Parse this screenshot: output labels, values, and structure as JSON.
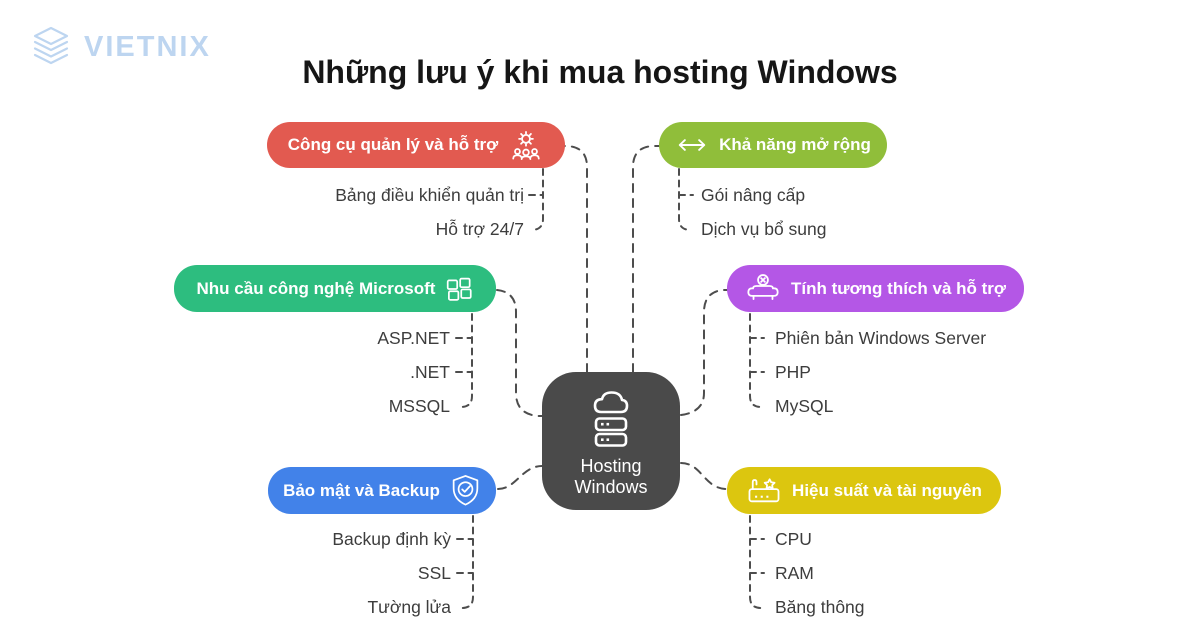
{
  "logo": {
    "text": "VIETNIX",
    "color": "#bdd5f0"
  },
  "title": "Những lưu ý khi mua hosting Windows",
  "center": {
    "icon": "cloud-server-icon",
    "label_line1": "Hosting",
    "label_line2": "Windows",
    "color": "#4a4a4a"
  },
  "connector_color": "#4d4d4d",
  "branches": [
    {
      "id": "management",
      "label": "Công cụ quản lý và hỗ trợ",
      "icon": "gear-team-icon",
      "color": "#e25a50",
      "children": [
        "Bảng điều khiển quản trị",
        "Hỗ trợ 24/7"
      ]
    },
    {
      "id": "scalability",
      "label": "Khả năng mở rộng",
      "icon": "horizontal-arrows-icon",
      "color": "#90be3a",
      "children": [
        "Gói nâng cấp",
        "Dịch vụ bổ sung"
      ]
    },
    {
      "id": "microsoft-tech",
      "label": "Nhu cầu công nghệ Microsoft",
      "icon": "windows-logo-icon",
      "color": "#2dbd7f",
      "children": [
        "ASP.NET",
        ".NET",
        "MSSQL"
      ]
    },
    {
      "id": "compatibility",
      "label": "Tính tương thích và hỗ trợ",
      "icon": "sofa-face-icon",
      "color": "#b457e6",
      "children": [
        "Phiên bản Windows Server",
        "PHP",
        "MySQL"
      ]
    },
    {
      "id": "security",
      "label": "Bảo mật và Backup",
      "icon": "shield-check-icon",
      "color": "#4282e9",
      "children": [
        "Backup định kỳ",
        "SSL",
        "Tường lửa"
      ]
    },
    {
      "id": "performance",
      "label": "Hiệu suất và tài nguyên",
      "icon": "factory-star-icon",
      "color": "#dcc60f",
      "children": [
        "CPU",
        "RAM",
        "Băng thông"
      ]
    }
  ]
}
